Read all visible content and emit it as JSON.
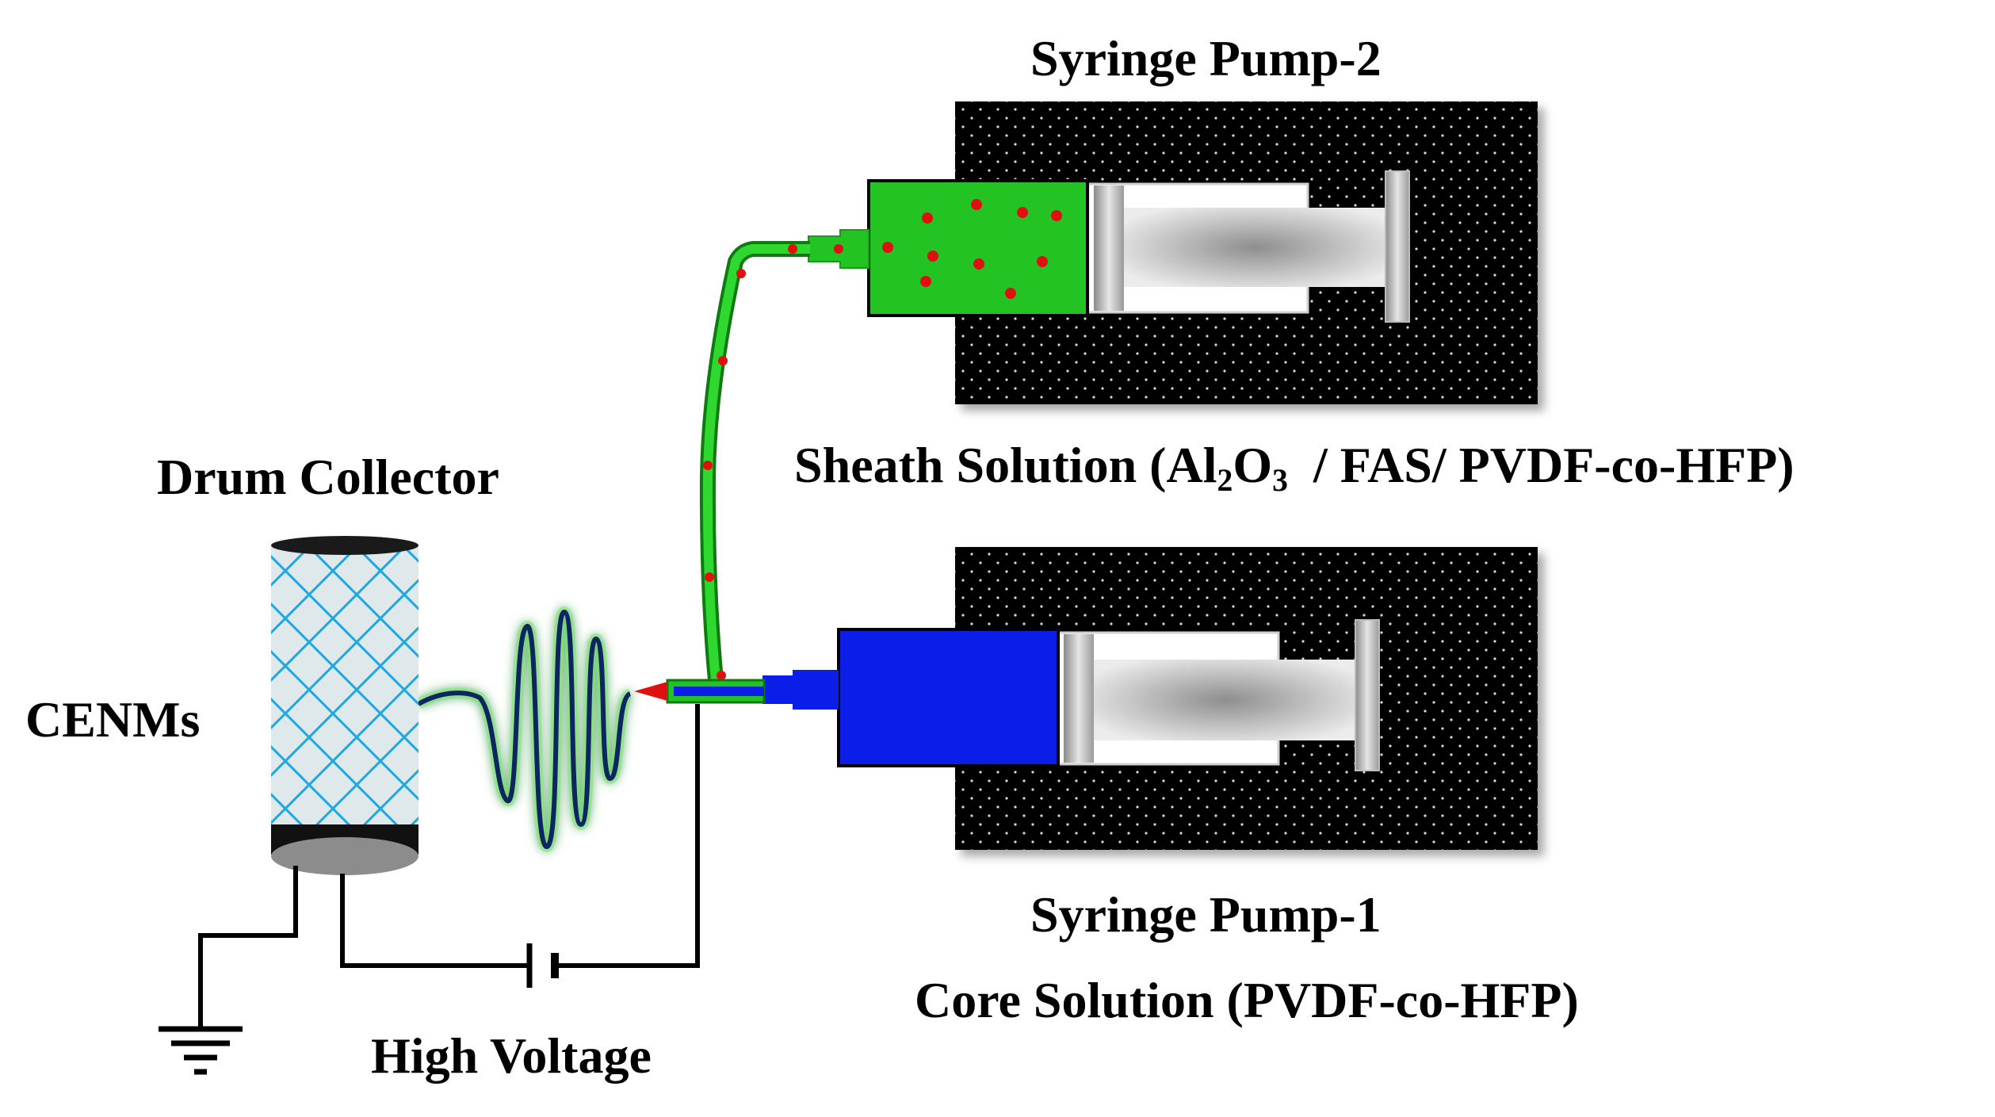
{
  "labels": {
    "pump2_title": "Syringe Pump-2",
    "sheath_prefix": "Sheath Solution (Al",
    "sheath_sub1": "2",
    "sheath_o": "O",
    "sheath_sub2": "3",
    "sheath_suffix": "  / FAS/ PVDF-co-HFP)",
    "drum_collector": "Drum Collector",
    "cenms": "CENMs",
    "pump1_title": "Syringe Pump-1",
    "core_solution": "Core Solution (PVDF-co-HFP)",
    "high_voltage": "High Voltage"
  },
  "colors": {
    "pump_body": "#000000",
    "sheath_fluid": "#22c323",
    "sheath_particles": "#e01010",
    "core_fluid": "#0a1ee8",
    "fiber": "#0c2660",
    "fiber_glow": "#7be86f",
    "drum_mesh": "#1ea8e0",
    "drum_fill": "#dfe9ec",
    "wire": "#000000"
  },
  "icons": [
    "ground-icon",
    "battery-icon"
  ]
}
